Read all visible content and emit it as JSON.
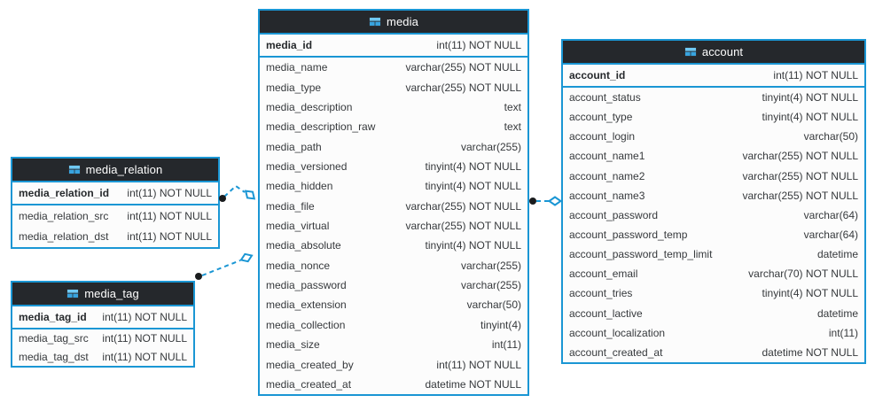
{
  "colors": {
    "accent_blue": "#1a96d4",
    "header_bg": "#25282c",
    "header_text": "#ffffff",
    "row_bg": "#fcfcfc",
    "row_text": "#36393c",
    "connector_dot": "#1a1c1e"
  },
  "tables": {
    "media": {
      "title": "media",
      "pk": {
        "name": "media_id",
        "type": "int(11) NOT NULL"
      },
      "rows": [
        {
          "name": "media_name",
          "type": "varchar(255) NOT NULL"
        },
        {
          "name": "media_type",
          "type": "varchar(255) NOT NULL"
        },
        {
          "name": "media_description",
          "type": "text"
        },
        {
          "name": "media_description_raw",
          "type": "text"
        },
        {
          "name": "media_path",
          "type": "varchar(255)"
        },
        {
          "name": "media_versioned",
          "type": "tinyint(4) NOT NULL"
        },
        {
          "name": "media_hidden",
          "type": "tinyint(4) NOT NULL"
        },
        {
          "name": "media_file",
          "type": "varchar(255) NOT NULL"
        },
        {
          "name": "media_virtual",
          "type": "varchar(255) NOT NULL"
        },
        {
          "name": "media_absolute",
          "type": "tinyint(4) NOT NULL"
        },
        {
          "name": "media_nonce",
          "type": "varchar(255)"
        },
        {
          "name": "media_password",
          "type": "varchar(255)"
        },
        {
          "name": "media_extension",
          "type": "varchar(50)"
        },
        {
          "name": "media_collection",
          "type": "tinyint(4)"
        },
        {
          "name": "media_size",
          "type": "int(11)"
        },
        {
          "name": "media_created_by",
          "type": "int(11) NOT NULL"
        },
        {
          "name": "media_created_at",
          "type": "datetime NOT NULL"
        }
      ]
    },
    "media_relation": {
      "title": "media_relation",
      "pk": {
        "name": "media_relation_id",
        "type": "int(11) NOT NULL"
      },
      "rows": [
        {
          "name": "media_relation_src",
          "type": "int(11) NOT NULL"
        },
        {
          "name": "media_relation_dst",
          "type": "int(11) NOT NULL"
        }
      ]
    },
    "media_tag": {
      "title": "media_tag",
      "pk": {
        "name": "media_tag_id",
        "type": "int(11) NOT NULL"
      },
      "rows": [
        {
          "name": "media_tag_src",
          "type": "int(11) NOT NULL"
        },
        {
          "name": "media_tag_dst",
          "type": "int(11) NOT NULL"
        }
      ]
    },
    "account": {
      "title": "account",
      "pk": {
        "name": "account_id",
        "type": "int(11) NOT NULL"
      },
      "rows": [
        {
          "name": "account_status",
          "type": "tinyint(4) NOT NULL"
        },
        {
          "name": "account_type",
          "type": "tinyint(4) NOT NULL"
        },
        {
          "name": "account_login",
          "type": "varchar(50)"
        },
        {
          "name": "account_name1",
          "type": "varchar(255) NOT NULL"
        },
        {
          "name": "account_name2",
          "type": "varchar(255) NOT NULL"
        },
        {
          "name": "account_name3",
          "type": "varchar(255) NOT NULL"
        },
        {
          "name": "account_password",
          "type": "varchar(64)"
        },
        {
          "name": "account_password_temp",
          "type": "varchar(64)"
        },
        {
          "name": "account_password_temp_limit",
          "type": "datetime"
        },
        {
          "name": "account_email",
          "type": "varchar(70) NOT NULL"
        },
        {
          "name": "account_tries",
          "type": "tinyint(4) NOT NULL"
        },
        {
          "name": "account_lactive",
          "type": "datetime"
        },
        {
          "name": "account_localization",
          "type": "int(11)"
        },
        {
          "name": "account_created_at",
          "type": "datetime NOT NULL"
        }
      ]
    }
  },
  "relations": [
    {
      "from_table": "media_relation",
      "to_table": "media"
    },
    {
      "from_table": "media_tag",
      "to_table": "media"
    },
    {
      "from_table": "media",
      "to_table": "account"
    }
  ]
}
